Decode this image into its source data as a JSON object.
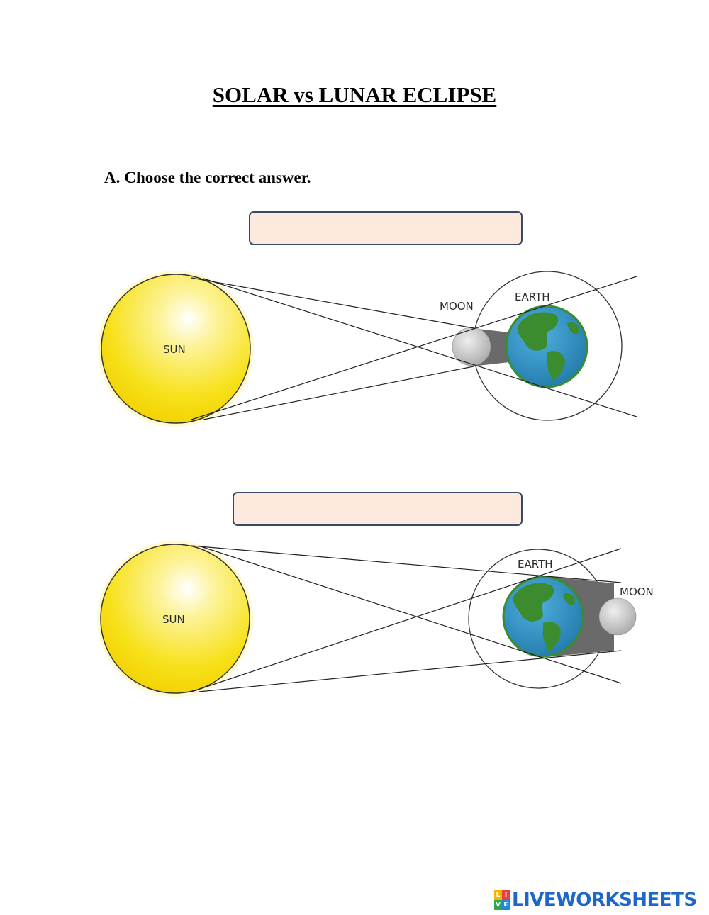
{
  "title": "SOLAR vs LUNAR ECLIPSE",
  "section": {
    "number": "A.",
    "instruction": "Choose the correct answer."
  },
  "answer_boxes": [
    {
      "value": ""
    },
    {
      "value": ""
    }
  ],
  "diagram1": {
    "sun_label": "SUN",
    "moon_label": "MOON",
    "earth_label": "EARTH"
  },
  "diagram2": {
    "sun_label": "SUN",
    "earth_label": "EARTH",
    "moon_label": "MOON"
  },
  "brand": {
    "logo_text": "LIVEWORKSHEETS",
    "logo_letters": [
      "L",
      "I",
      "V",
      "E"
    ]
  },
  "colors": {
    "sun": "#f7e11a",
    "earth_ocean": "#2d8fc0",
    "earth_land": "#3b8c2f",
    "moon": "#cfcfcf",
    "shadow": "#6a6a6a",
    "answer_box_fill": "#fde9dd",
    "answer_box_border": "#3a4a66",
    "brand_blue": "#1f66c9"
  }
}
